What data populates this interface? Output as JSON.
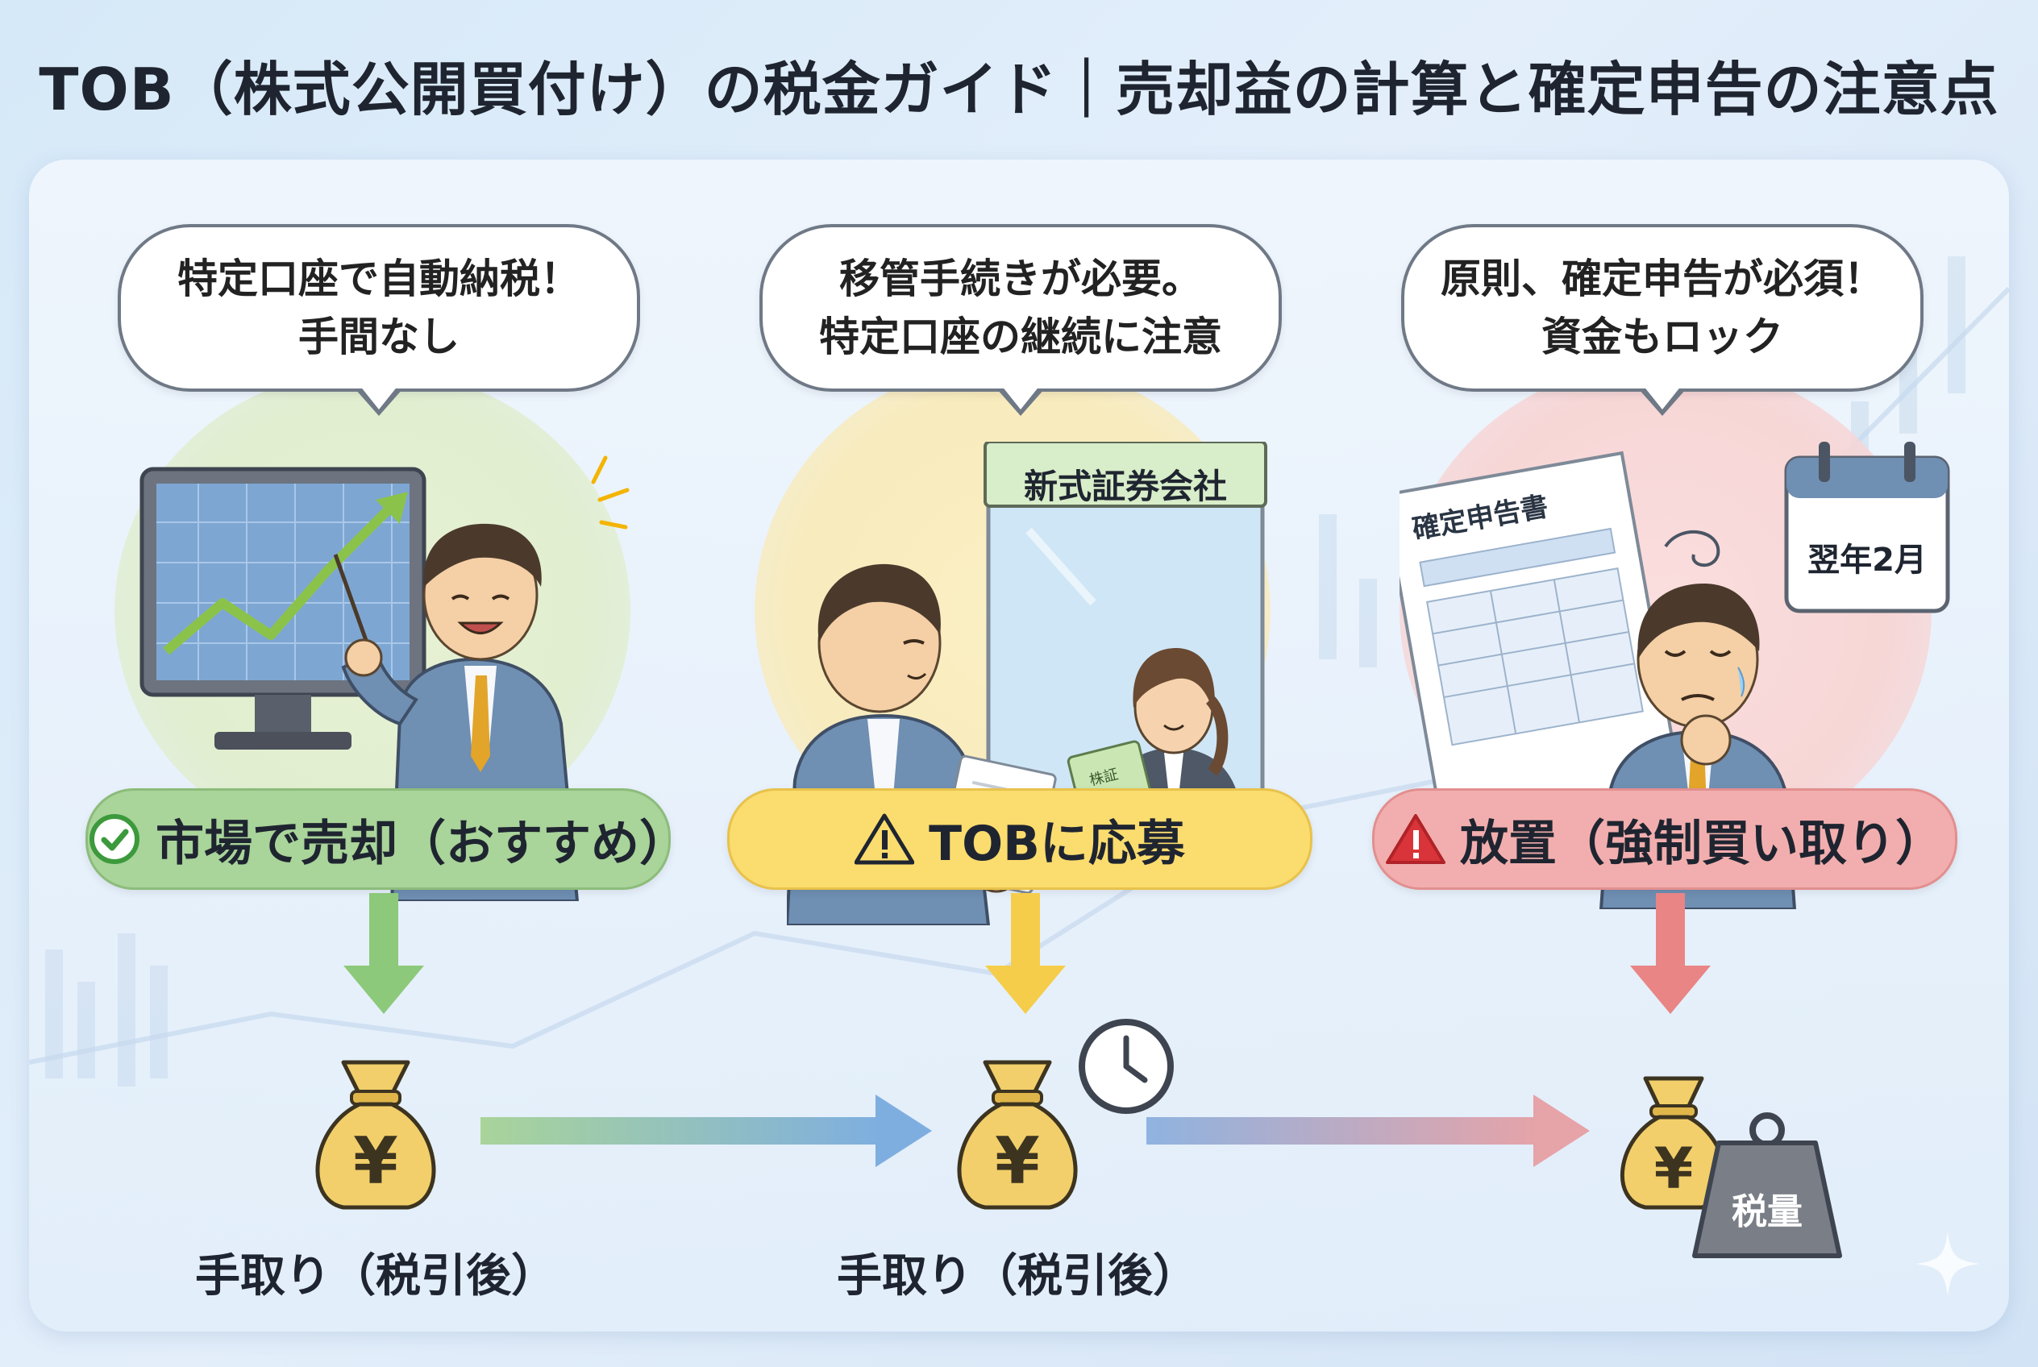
{
  "title": "TOB（株式公開買付け）の税金ガイド｜売却益の計算と確定申告の注意点",
  "columns": [
    {
      "bubble_line1": "特定口座で自動納税！",
      "bubble_line2": "手間なし",
      "option_label": "市場で売却（おすすめ）",
      "option_icon": "check-circle-icon",
      "color": "#a9d49a",
      "result_label": "手取り（税引後）"
    },
    {
      "bubble_line1": "移管手続きが必要。",
      "bubble_line2": "特定口座の継続に注意",
      "option_label": "TOBに応募",
      "option_icon": "warning-triangle-icon",
      "color": "#fbdc6e",
      "counter_sign": "新式証券会社",
      "document_label": "株証",
      "result_label": "手取り（税引後）"
    },
    {
      "bubble_line1": "原則、確定申告が必須！",
      "bubble_line2": "資金もロック",
      "option_label": "放置（強制買い取り）",
      "option_icon": "warning-triangle-red-icon",
      "color": "#f2aeae",
      "form_title": "確定申告書",
      "calendar_label": "翌年2月",
      "weight_label": "税量"
    }
  ],
  "icons": {
    "money_bag": "yen-money-bag-icon",
    "clock": "clock-icon",
    "calendar": "calendar-icon",
    "weight": "weight-icon"
  },
  "money_symbol": "¥"
}
